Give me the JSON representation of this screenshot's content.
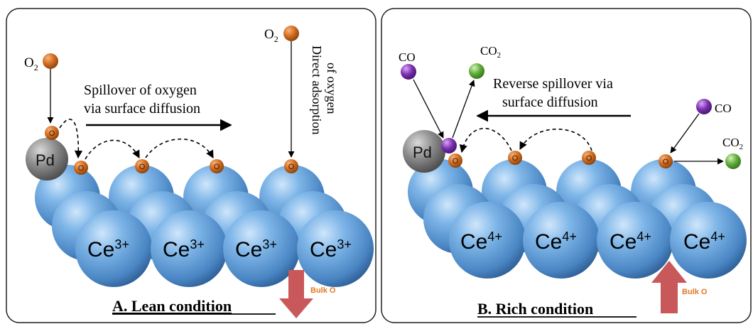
{
  "colors": {
    "oxygen": "#c8641a",
    "co_molecule": "#7a2fae",
    "co2_molecule": "#5faa3a",
    "ceria": "#5b9bd8",
    "palladium": "#7a7a7a",
    "bulk_arrow": "#c8585a",
    "bulk_label": "#e07a22"
  },
  "icons": [
    "oxygen-atom-icon",
    "co-molecule-icon",
    "co2-molecule-icon",
    "palladium-particle-icon",
    "ceria-sphere-icon"
  ],
  "panel_a": {
    "title": "A. Lean condition",
    "o2_left": "O",
    "o2_left_sub": "2",
    "o2_right": "O",
    "o2_right_sub": "2",
    "pd_label": "Pd",
    "spillover_line1": "Spillover of oxygen",
    "spillover_line2": "via surface diffusion",
    "direct_line1": "Direct adsorption",
    "direct_line2": "of oxygen",
    "ce_ion": "Ce",
    "ce_charge": "3+",
    "o_label": "O",
    "bulk_label": "Bulk O"
  },
  "panel_b": {
    "title": "B. Rich condition",
    "co_left": "CO",
    "co2_left": "CO",
    "co2_left_sub": "2",
    "co_right": "CO",
    "co2_right": "CO",
    "co2_right_sub": "2",
    "pd_label": "Pd",
    "reverse_line1": "Reverse spillover via",
    "reverse_line2": "surface diffusion",
    "ce_ion": "Ce",
    "ce_charge": "4+",
    "o_label": "O",
    "bulk_label": "Bulk O"
  }
}
